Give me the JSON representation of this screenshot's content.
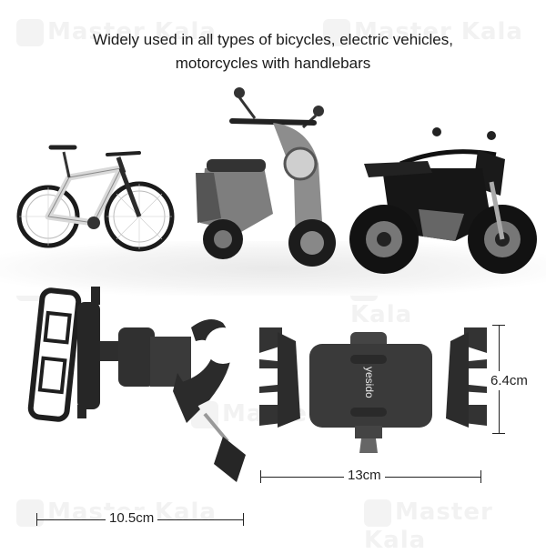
{
  "caption": {
    "line1": "Widely used in all types of bicycles, electric vehicles,",
    "line2": "motorcycles with handlebars"
  },
  "watermark": "Master Kala",
  "vehicles": [
    "bicycle",
    "electric scooter",
    "motorcycle"
  ],
  "product": {
    "brand_logo": "yesido"
  },
  "dimensions": {
    "side_width": "10.5cm",
    "front_width": "13cm",
    "front_height": "6.4cm"
  },
  "colors": {
    "product": "#2b2b2b",
    "background": "#ffffff",
    "dimension_line": "#222222"
  }
}
